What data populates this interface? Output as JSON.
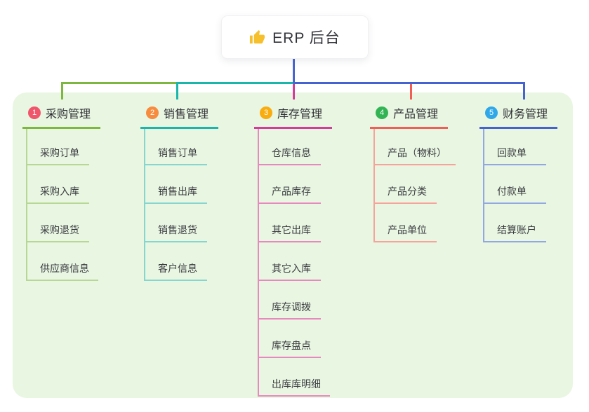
{
  "canvas": {
    "panel_background": "#E9F6E2",
    "page_background": "#FFFFFF"
  },
  "root": {
    "label": "ERP 后台",
    "icon": "thumbs-up",
    "icon_color": "#F6C02D",
    "trunk_color": "#4765D2"
  },
  "branches": [
    {
      "number": "1",
      "title": "采购管理",
      "badge_color": "#F0566B",
      "line_color": "#7EB73F",
      "child_line_color": "#B7D795",
      "items": [
        "采购订单",
        "采购入库",
        "采购退货",
        "供应商信息"
      ]
    },
    {
      "number": "2",
      "title": "销售管理",
      "badge_color": "#F78C3E",
      "line_color": "#1AB5AB",
      "child_line_color": "#85D6CF",
      "items": [
        "销售订单",
        "销售出库",
        "销售退货",
        "客户信息"
      ]
    },
    {
      "number": "3",
      "title": "库存管理",
      "badge_color": "#F9AC0E",
      "line_color": "#D63A9B",
      "child_line_color": "#E788BE",
      "items": [
        "仓库信息",
        "产品库存",
        "其它出库",
        "其它入库",
        "库存调拨",
        "库存盘点",
        "出库库明细"
      ]
    },
    {
      "number": "4",
      "title": "产品管理",
      "badge_color": "#33B454",
      "line_color": "#F25D55",
      "child_line_color": "#F7A29B",
      "items": [
        "产品（物料）",
        "产品分类",
        "产品单位"
      ]
    },
    {
      "number": "5",
      "title": "财务管理",
      "badge_color": "#2FA7E9",
      "line_color": "#4463D1",
      "child_line_color": "#92A8E1",
      "items": [
        "回款单",
        "付款单",
        "结算账户"
      ]
    }
  ]
}
